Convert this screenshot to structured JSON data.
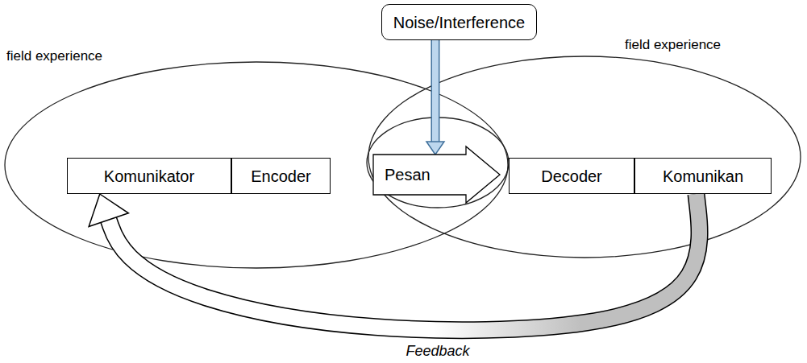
{
  "diagram": {
    "nodes": [
      {
        "text": [
          "Noise/Interference"
        ]
      },
      {
        "text": [
          "Komunikator"
        ]
      },
      {
        "text": [
          "Encoder"
        ]
      },
      {
        "text": [
          "Pesan"
        ]
      },
      {
        "text": [
          "Decoder"
        ]
      },
      {
        "text": [
          "Komunikan"
        ]
      }
    ],
    "edges": [
      {
        "from": 0,
        "to": 3,
        "arrow": "to"
      },
      {
        "from": 5,
        "to": 1,
        "arrow": "to",
        "label": "Feedback"
      }
    ],
    "labels": [
      "field experience",
      "field experience"
    ]
  }
}
